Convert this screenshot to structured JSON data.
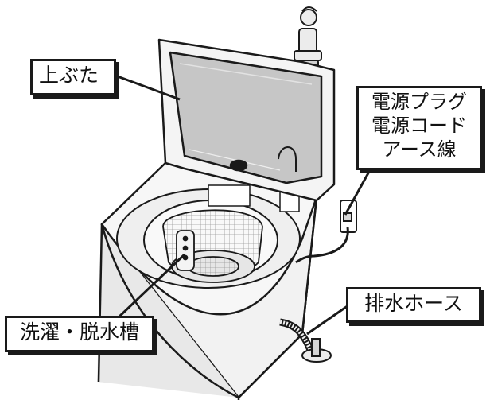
{
  "labels": {
    "lid": "上ぶた",
    "power": [
      "電源プラグ",
      "電源コード",
      "アース線"
    ],
    "drain_hose": "排水ホース",
    "tub": "洗濯・脱水槽"
  },
  "colors": {
    "outline": "#1a1a1a",
    "body": "#f4f4f4",
    "glass": "#c6c6c6",
    "shadow": "#e3e3e3"
  }
}
